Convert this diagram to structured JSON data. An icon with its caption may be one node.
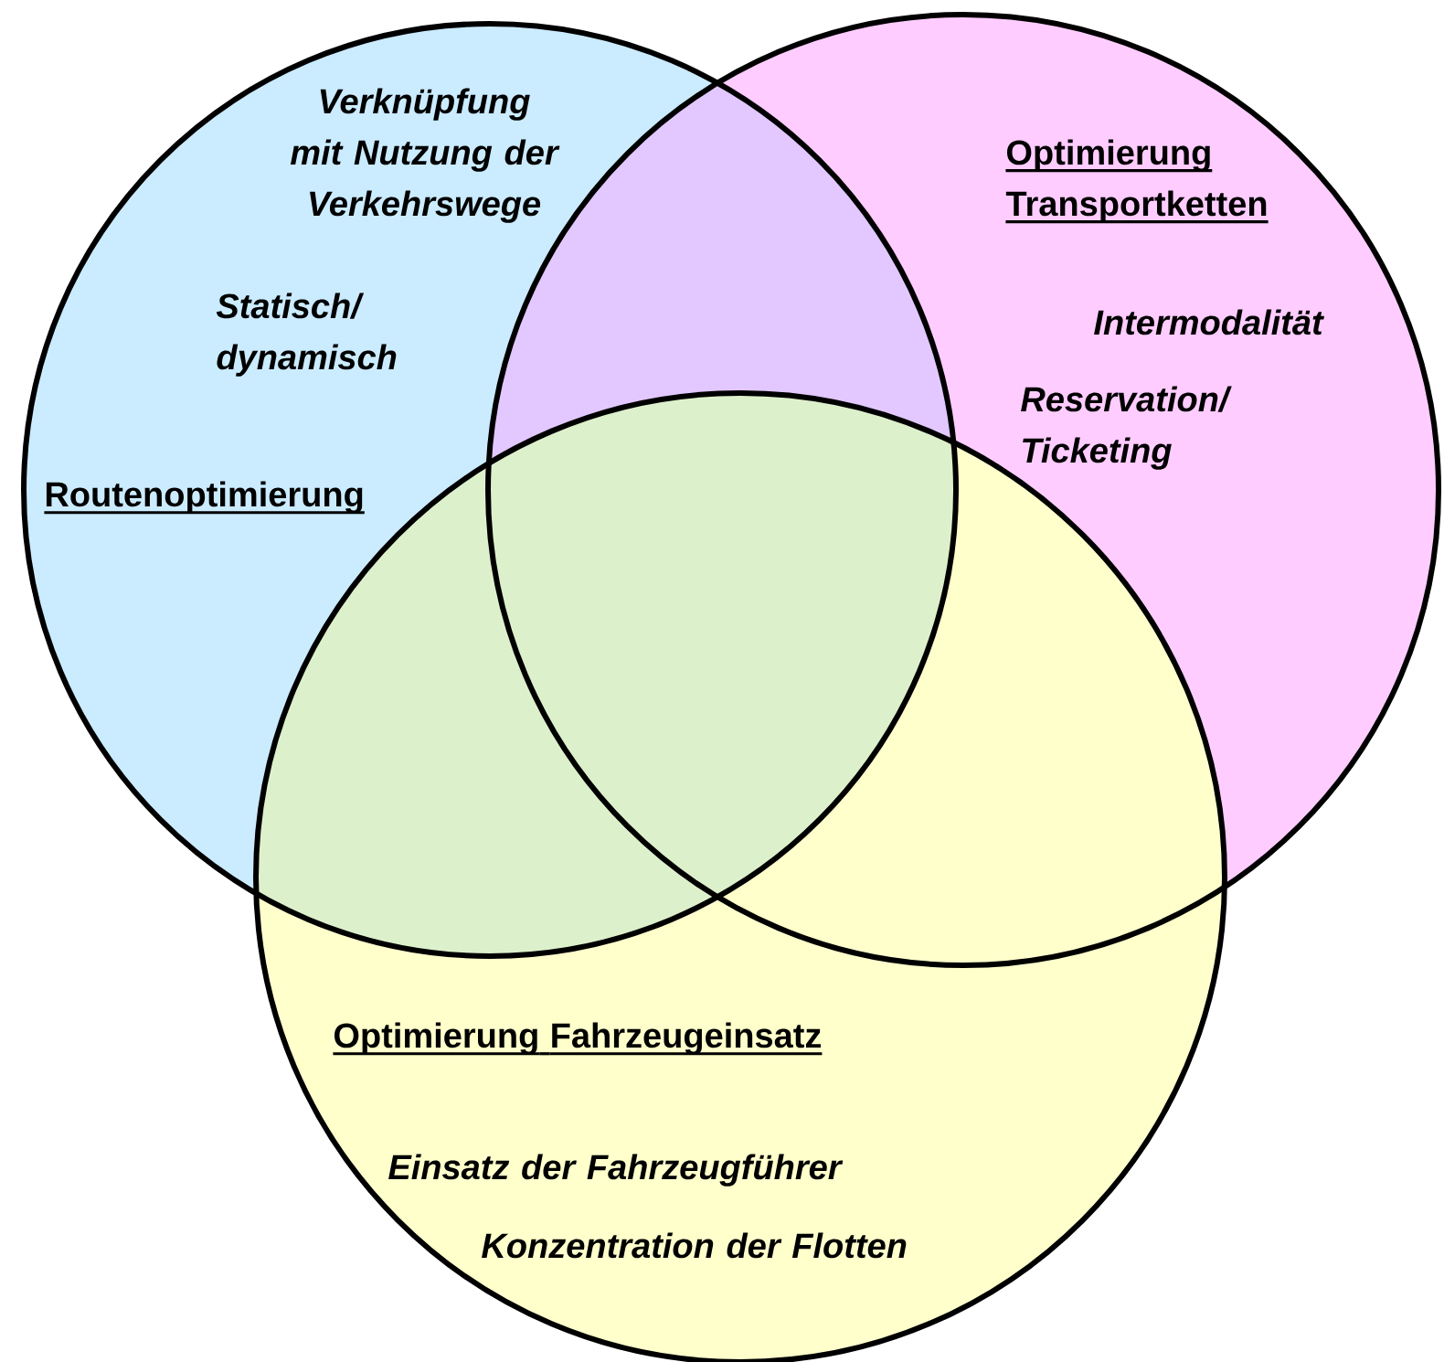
{
  "diagram": {
    "nodes": [
      {
        "text": [
          "Verknüpfung mit Nutzung der Verkehrswege",
          "Statisch/ dynamisch",
          "Routenoptimierung"
        ]
      },
      {
        "text": [
          "Optimierung Transportketten",
          "Intermodalität",
          "Reservation/ Ticketing"
        ]
      },
      {
        "text": [
          "Optimierung Fahrzeugeinsatz",
          "Einsatz der Fahrzeugführer",
          "Konzentration der Flotten"
        ]
      }
    ]
  }
}
